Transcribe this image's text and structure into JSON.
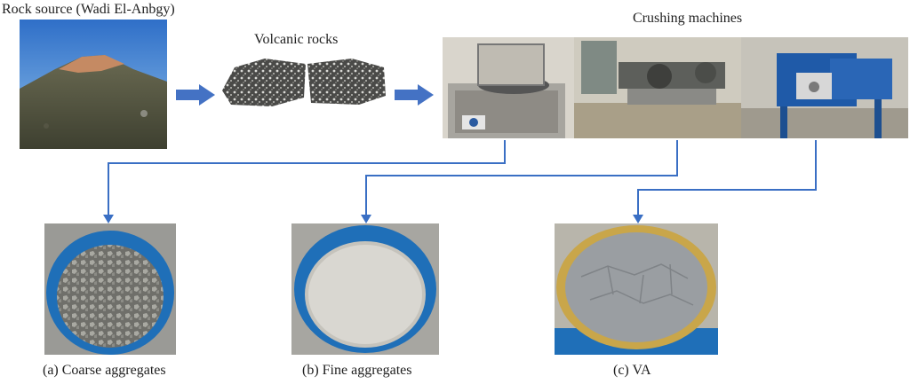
{
  "labels": {
    "rock_source": "Rock source (Wadi El-Anbgy)",
    "volcanic_rocks": "Volcanic rocks",
    "crushing_machines": "Crushing machines",
    "coarse": "(a) Coarse aggregates",
    "fine": "(b) Fine aggregates",
    "va": "(c) VA"
  },
  "colors": {
    "arrow_fill": "#4472c4",
    "connector": "#3a6fc4",
    "bucket_blue": "#1f6fb8",
    "tray_gold": "#c9a64a"
  },
  "icons": {
    "flow_arrow": "right-arrow-icon",
    "connector_arrow": "down-arrow-icon"
  }
}
